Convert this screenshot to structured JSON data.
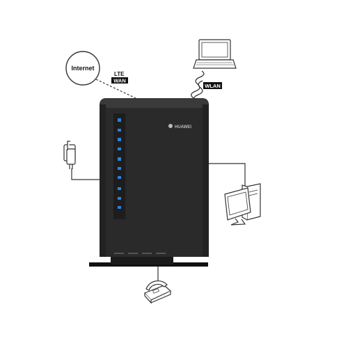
{
  "labels": {
    "internet": "Internet",
    "lte": "LTE",
    "wan": "WAN",
    "wlan": "WLAN",
    "brand": "HUAWEI"
  },
  "colors": {
    "router_body": "#2a2a2a",
    "router_edge": "#3c3c3c",
    "led": "#2f7fd8",
    "line": "#333333",
    "background": "#ffffff"
  },
  "icons": {
    "internet": "globe-circle-icon",
    "laptop": "laptop-icon",
    "router": "router-device-icon",
    "phone_adapter": "power-adapter-icon",
    "desktop": "desktop-computer-icon",
    "telephone": "telephone-icon",
    "logo": "huawei-logo-icon"
  }
}
